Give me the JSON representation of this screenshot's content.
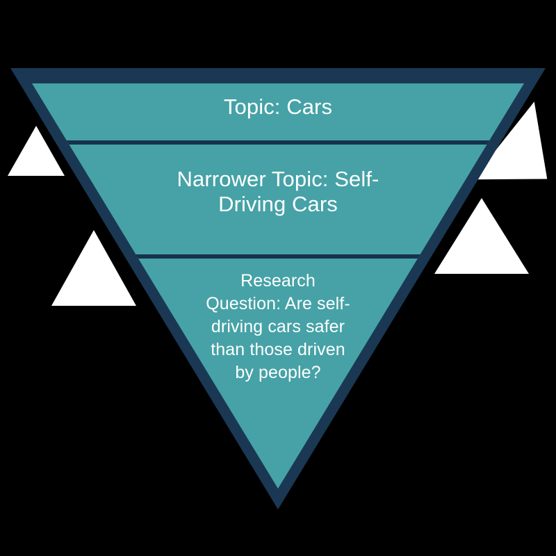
{
  "diagram": {
    "kind": "inverted-pyramid",
    "title_hidden": "",
    "background_color": "#000000",
    "fill_color": "#46A2A6",
    "border_color": "#1A3853",
    "divider_color": "#16314A",
    "text_color": "#FFFFFF",
    "accent_shape_color": "#FFFFFF",
    "tiers": [
      {
        "id": "tier-1",
        "label": "Topic: Cars",
        "level": 1
      },
      {
        "id": "tier-2",
        "label": "Narrower Topic: Self-\nDriving Cars",
        "level": 2
      },
      {
        "id": "tier-3",
        "label": "Research\nQuestion: Are self-\ndriving cars safer\nthan those driven\nby people?",
        "level": 3
      }
    ],
    "decorations": [
      {
        "id": "deco-left-upper",
        "shape": "triangle-up",
        "side": "left"
      },
      {
        "id": "deco-left-lower",
        "shape": "triangle-up",
        "side": "left"
      },
      {
        "id": "deco-right-upper",
        "shape": "triangle-rotated",
        "side": "right"
      },
      {
        "id": "deco-right-lower",
        "shape": "triangle-up",
        "side": "right"
      }
    ]
  }
}
